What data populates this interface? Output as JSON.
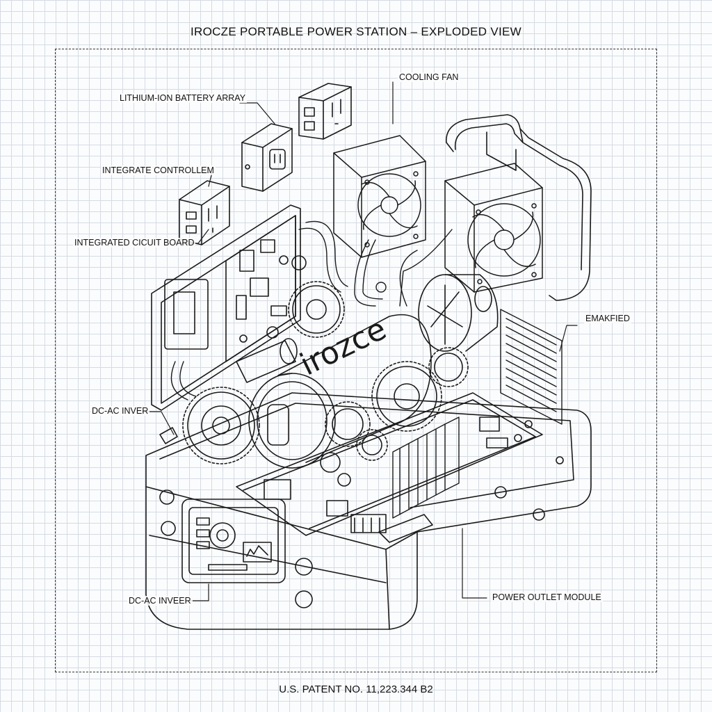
{
  "title": "IROCZE PORTABLE POWER STATION – EXPLODED VIEW",
  "footer": "U.S. PATENT NO. 11,223.344 B2",
  "brand": "irozce",
  "labels": {
    "battery": "LITHIUM-ION BATTERY ARRAY",
    "controller": "INTEGRATE CONTROLLEM",
    "circuit_board": "INTEGRATED CICUIT BOARD",
    "inverter_top": "DC-AC INVER",
    "inverter_bottom": "DC-AC INVEER",
    "cooling_fan": "COOLING FAN",
    "emakfied": "EMAKFIED",
    "power_outlet": "POWER OUTLET MODULE"
  },
  "colors": {
    "line": "#1a1a1a",
    "grid": "#d5dbe3",
    "paper": "#fbfcfd"
  }
}
